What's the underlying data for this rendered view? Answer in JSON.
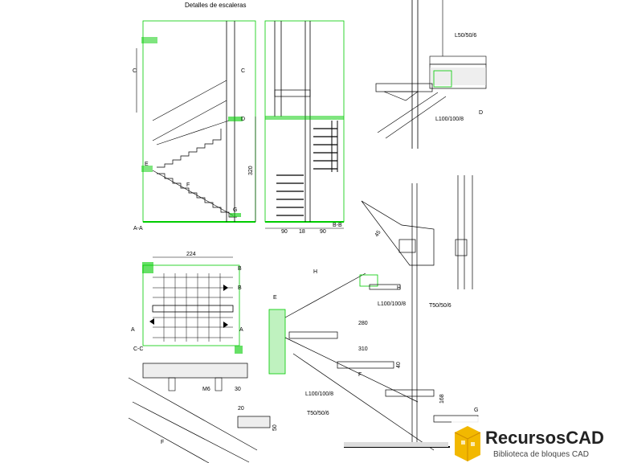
{
  "title": "Detalles de escaleras",
  "sections": {
    "aa": "A-A",
    "bb": "B-B",
    "cc": "C-C"
  },
  "markers": {
    "a": "A",
    "b": "B",
    "c": "C",
    "d": "D",
    "e": "E",
    "f": "F",
    "g": "G",
    "h": "H"
  },
  "dimensions": {
    "height_320": "320",
    "w90a": "90",
    "w18": "18",
    "w90b": "90",
    "w224": "224",
    "d280": "280",
    "d310": "310",
    "d40": "40",
    "d168": "168",
    "d30": "30",
    "d20": "20",
    "d50": "50",
    "m6": "M6",
    "d45": "45"
  },
  "profiles": {
    "l50": "L50/50/6",
    "l100a": "L100/100/8",
    "l100b": "L100/100/8",
    "l100c": "L100/100/8",
    "t50a": "T50/50/6",
    "t50b": "T50/50/6"
  },
  "watermark": {
    "brand": "RecursosCAD",
    "tagline": "Biblioteca de bloques CAD"
  }
}
